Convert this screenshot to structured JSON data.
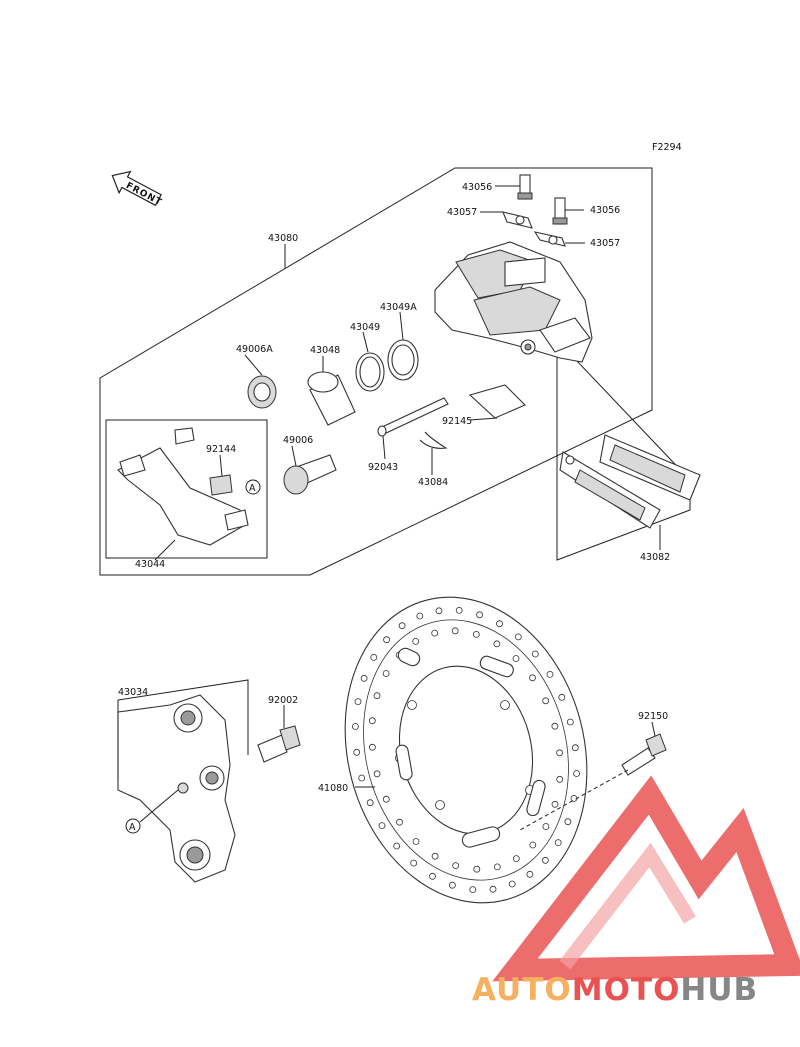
{
  "figure_code": "F2294",
  "front_label": "FRONT",
  "callout_marker": "A",
  "parts": {
    "p43056_a": "43056",
    "p43056_b": "43056",
    "p43057_a": "43057",
    "p43057_b": "43057",
    "p43080": "43080",
    "p49006A": "49006A",
    "p43048": "43048",
    "p43049": "43049",
    "p43049A": "43049A",
    "p92144": "92144",
    "p49006": "49006",
    "p92145": "92145",
    "p92043": "92043",
    "p43084": "43084",
    "p43044": "43044",
    "p43082": "43082",
    "p43034": "43034",
    "p92002": "92002",
    "p41080": "41080",
    "p92150": "92150"
  },
  "watermark": {
    "part1": "AUTO",
    "part2": "MOTO",
    "part3": "HUB",
    "color_orange": "#f5a94e",
    "color_red": "#e8403f",
    "color_gray": "#7a7a7a"
  }
}
